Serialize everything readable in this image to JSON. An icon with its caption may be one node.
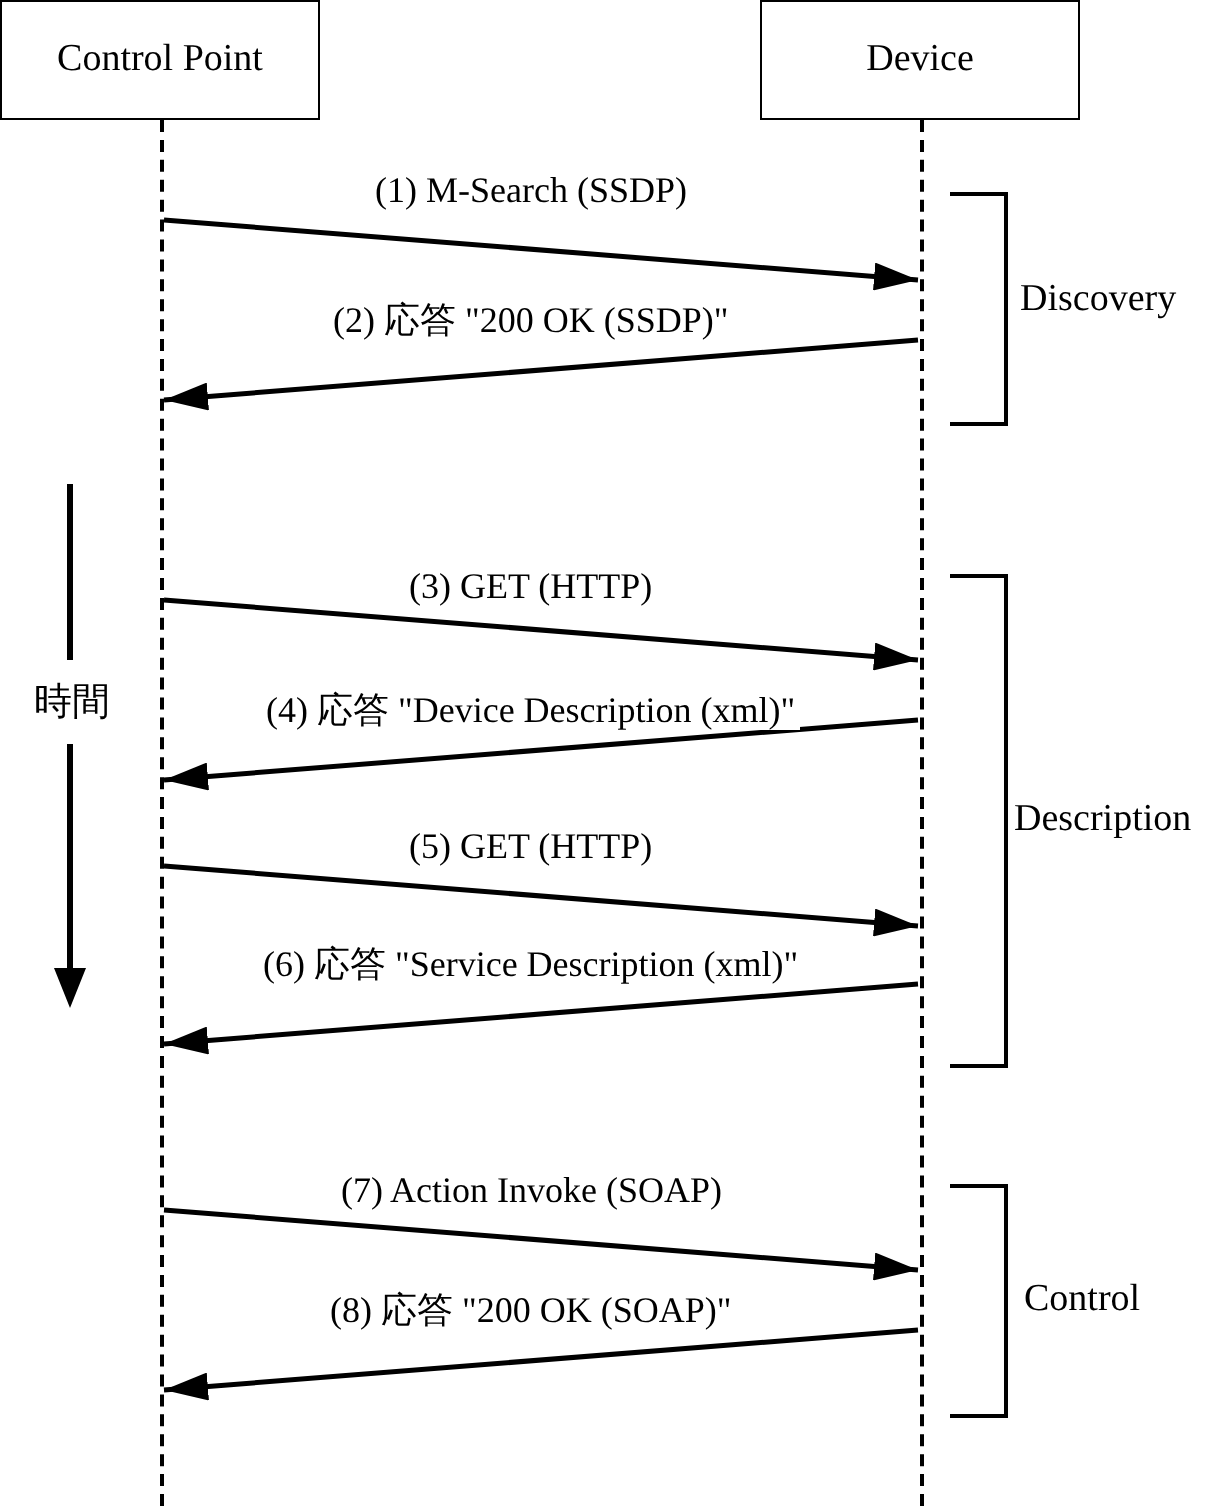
{
  "diagram": {
    "nodes": [
      {
        "text": [
          "Control Point"
        ]
      },
      {
        "text": [
          "Device"
        ]
      },
      {
        "text": [],
        "shape": "line"
      },
      {
        "text": [],
        "shape": "line"
      }
    ],
    "edges": [
      {
        "from": 2,
        "to": 3,
        "arrow": "to",
        "label": "(1) M-Search (SSDP)"
      },
      {
        "from": 3,
        "to": 2,
        "arrow": "to",
        "label": "(2) 応答 \"200 OK (SSDP)\""
      },
      {
        "from": 2,
        "to": 3,
        "arrow": "to",
        "label": "(3) GET (HTTP)"
      },
      {
        "from": 3,
        "to": 2,
        "arrow": "to",
        "label": "(4) 応答 \"Device Description (xml)\""
      },
      {
        "from": 2,
        "to": 3,
        "arrow": "to",
        "label": "(5) GET (HTTP)"
      },
      {
        "from": 3,
        "to": 2,
        "arrow": "to",
        "label": "(6) 応答 \"Service Description (xml)\""
      },
      {
        "from": 2,
        "to": 3,
        "arrow": "to",
        "label": "(7) Action Invoke (SOAP)"
      },
      {
        "from": 3,
        "to": 2,
        "arrow": "to",
        "label": "(8) 応答 \"200 OK (SOAP)\""
      }
    ],
    "labels": [
      "時間",
      "Discovery",
      "Description",
      "Control"
    ]
  }
}
